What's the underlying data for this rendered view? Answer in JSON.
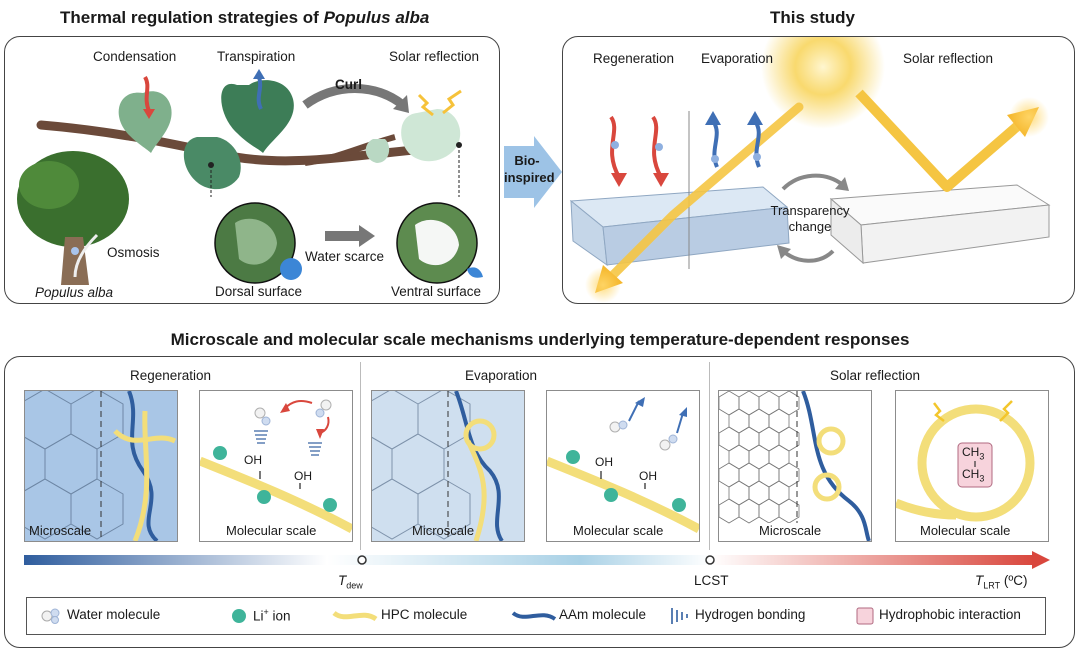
{
  "panels": {
    "top_left": {
      "title_prefix": "Thermal regulation strategies of ",
      "title_species": "Populus alba",
      "labels": {
        "condensation": "Condensation",
        "transpiration": "Transpiration",
        "solar_reflection": "Solar reflection",
        "curl": "Curl",
        "osmosis": "Osmosis",
        "species": "Populus alba",
        "dorsal": "Dorsal surface",
        "water_scarce": "Water scarce",
        "ventral": "Ventral surface"
      }
    },
    "connector": {
      "line1": "Bio-",
      "line2": "inspired"
    },
    "top_right": {
      "title": "This study",
      "labels": {
        "regeneration": "Regeneration",
        "evaporation": "Evaporation",
        "solar_reflection": "Solar reflection",
        "transparency1": "Transparency",
        "transparency2": "change"
      }
    },
    "bottom": {
      "title": "Microscale and molecular scale mechanisms underlying temperature-dependent responses",
      "sections": [
        {
          "title": "Regeneration",
          "micro": "Microscale",
          "molecular": "Molecular scale"
        },
        {
          "title": "Evaporation",
          "micro": "Microscale",
          "molecular": "Molecular scale"
        },
        {
          "title": "Solar reflection",
          "micro": "Microscale",
          "molecular": "Molecular scale"
        }
      ],
      "oh": "OH",
      "ch3": "CH",
      "ch3_sub": "3",
      "axis": {
        "tdew_main": "T",
        "tdew_sub": "dew",
        "lcst": "LCST",
        "tlrt_main": "T",
        "tlrt_sub": "LRT",
        "tlrt_unit": " (ºC)"
      }
    }
  },
  "legend": [
    {
      "key": "water",
      "label": "Water molecule",
      "icon": "water-molecule-icon"
    },
    {
      "key": "li",
      "label_main": "Li",
      "label_sup": "+",
      "label_rest": " ion",
      "icon": "lithium-ion-icon"
    },
    {
      "key": "hpc",
      "label": "HPC molecule",
      "icon": "hpc-chain-icon"
    },
    {
      "key": "aam",
      "label": "AAm molecule",
      "icon": "aam-chain-icon"
    },
    {
      "key": "hb",
      "label": "Hydrogen bonding",
      "icon": "hydrogen-bond-icon"
    },
    {
      "key": "hi",
      "label": "Hydrophobic interaction",
      "icon": "hydrophobic-box-icon"
    }
  ],
  "colors": {
    "hpc": "#f3de7a",
    "aam": "#2f5d9e",
    "li": "#3fb49a",
    "arrow_red": "#d9473d",
    "arrow_blue": "#3f6fb5",
    "sun": "#f6c23a",
    "hydrophobic": "#f7d3dc"
  }
}
